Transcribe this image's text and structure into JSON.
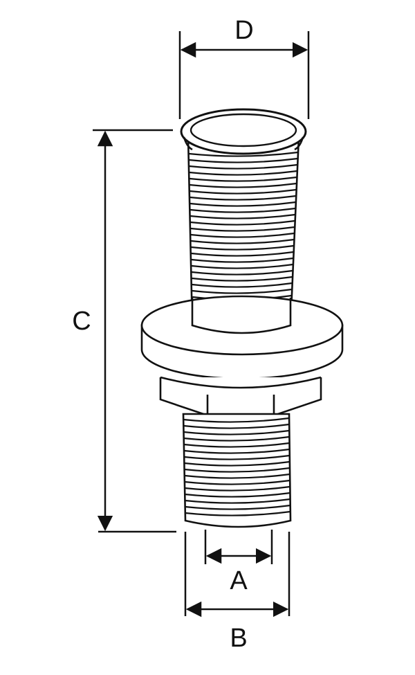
{
  "diagram": {
    "labels": {
      "a": "A",
      "b": "B",
      "c": "C",
      "d": "D"
    },
    "colors": {
      "line": "#111111",
      "background": "#ffffff"
    }
  }
}
